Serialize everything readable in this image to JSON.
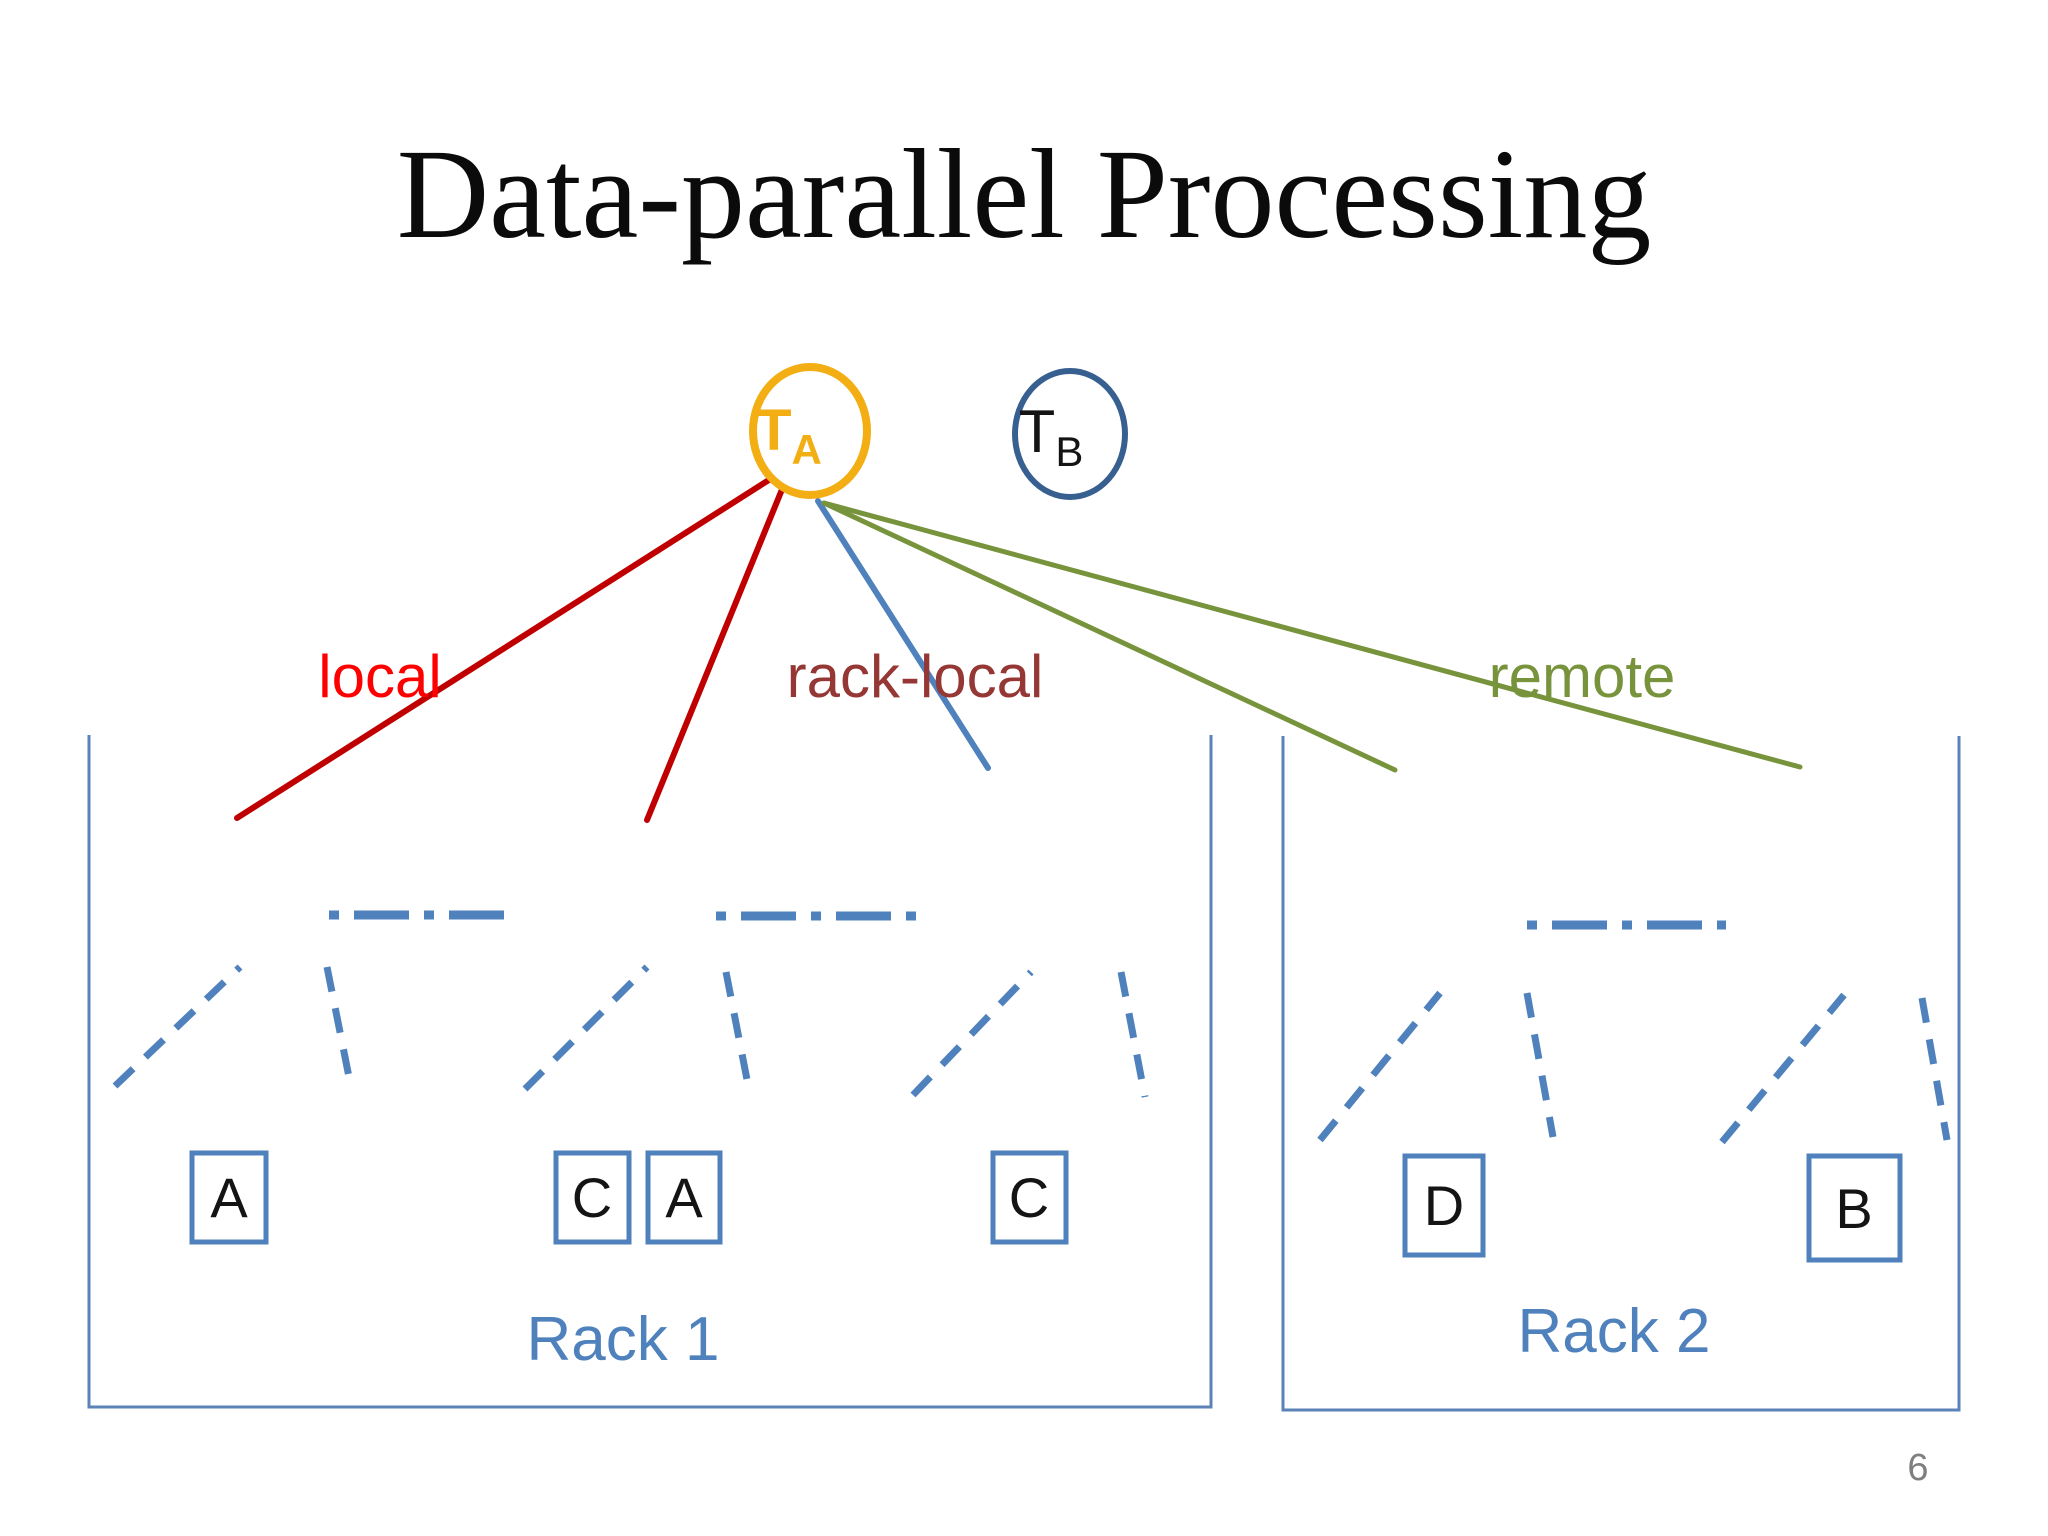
{
  "slide": {
    "title": "Data-parallel Processing",
    "page_number": "6"
  },
  "tasks": {
    "ta": {
      "label": "T",
      "sub": "A"
    },
    "tb": {
      "label": "T",
      "sub": "B"
    }
  },
  "link_labels": {
    "local": "local",
    "rack_local": "rack-local",
    "remote": "remote"
  },
  "racks": [
    {
      "label": "Rack 1",
      "blocks": [
        "A",
        "C",
        "A",
        "C"
      ]
    },
    {
      "label": "Rack 2",
      "blocks": [
        "D",
        "B"
      ]
    }
  ],
  "colors": {
    "task-a": "#F2AE13",
    "task-b": "#376091",
    "local-line": "#C00000",
    "local-label": "#FF0000",
    "rack-local-line": "#4F81BD",
    "rack-local-label": "#953735",
    "remote-line": "#77933C",
    "remote-label": "#77933C",
    "rack-blue": "#4F81BD",
    "rack-outline": "#5B83B8",
    "page-number": "#7F7F7F",
    "text-black": "#141414"
  }
}
